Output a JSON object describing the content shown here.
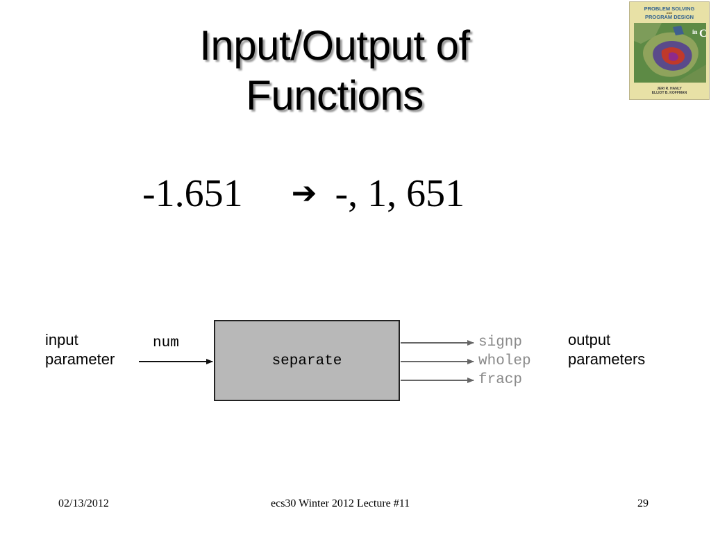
{
  "slide": {
    "title_line1": "Input/Output of",
    "title_line2": "Functions",
    "equation": {
      "input": "-1.651",
      "arrow_icon": "right-arrow-icon",
      "output": "-, 1, 651"
    }
  },
  "book_cover": {
    "title_line1": "PROBLEM SOLVING",
    "title_and": "AND",
    "title_line2": "PROGRAM DESIGN",
    "title_in": "in",
    "title_c": "C",
    "author1": "JERI R. HANLY",
    "author2": "ELLIOT B. KOFFMAN"
  },
  "diagram": {
    "input_label_line1": "input",
    "input_label_line2": "parameter",
    "input_var": "num",
    "function_name": "separate",
    "outputs": [
      "signp",
      "wholep",
      "fracp"
    ],
    "output_label_line1": "output",
    "output_label_line2": "parameters"
  },
  "footer": {
    "date": "02/13/2012",
    "course": "ecs30 Winter 2012 Lecture #11",
    "page_number": "29"
  },
  "colors": {
    "box_fill": "#b8b8b8",
    "output_text": "#8a8a8a",
    "output_arrow": "#666666"
  }
}
